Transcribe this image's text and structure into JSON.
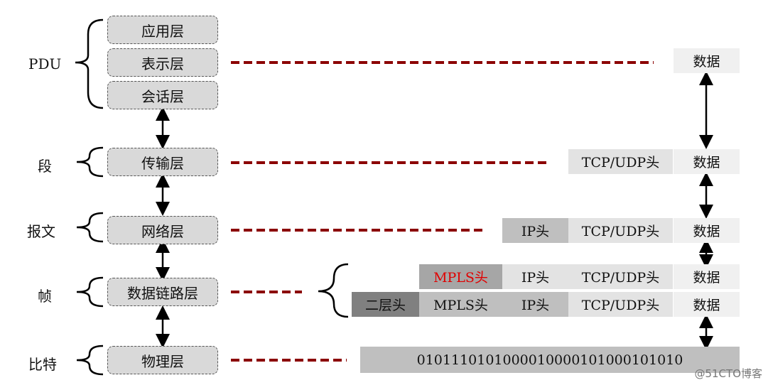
{
  "pdu_labels": {
    "pdu": "PDU",
    "segment": "段",
    "packet": "报文",
    "frame": "帧",
    "bits": "比特"
  },
  "layers": {
    "application": "应用层",
    "presentation": "表示层",
    "session": "会话层",
    "transport": "传输层",
    "network": "网络层",
    "datalink": "数据链路层",
    "physical": "物理层"
  },
  "encapsulation": {
    "data": "数据",
    "tcp_udp_header": "TCP/UDP头",
    "ip_header": "IP头",
    "mpls_header": "MPLS头",
    "l2_header": "二层头",
    "bitstream": "010111010100001000010100010101​0"
  },
  "watermark": "@51CTO博客",
  "colors": {
    "dashed_line": "#8b0000",
    "mpls_highlight": "#e00000"
  }
}
